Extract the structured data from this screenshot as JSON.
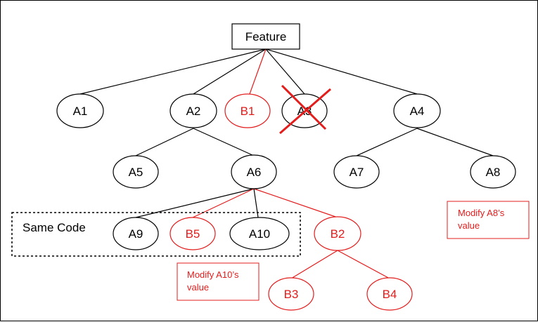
{
  "colors": {
    "black": "#000000",
    "red": "#e31c1c"
  },
  "root": {
    "label": "Feature"
  },
  "nodes": {
    "a1": "A1",
    "a2": "A2",
    "b1": "B1",
    "a3": "A3",
    "a4": "A4",
    "a5": "A5",
    "a6": "A6",
    "a7": "A7",
    "a8": "A8",
    "a9": "A9",
    "b5": "B5",
    "a10": "A10",
    "b2": "B2",
    "b3": "B3",
    "b4": "B4"
  },
  "group": {
    "label": "Same Code"
  },
  "notes": {
    "a8_line1": "Modify A8’s",
    "a8_line2": "value",
    "a10_line1": "Modify A10’s",
    "a10_line2": "value"
  }
}
